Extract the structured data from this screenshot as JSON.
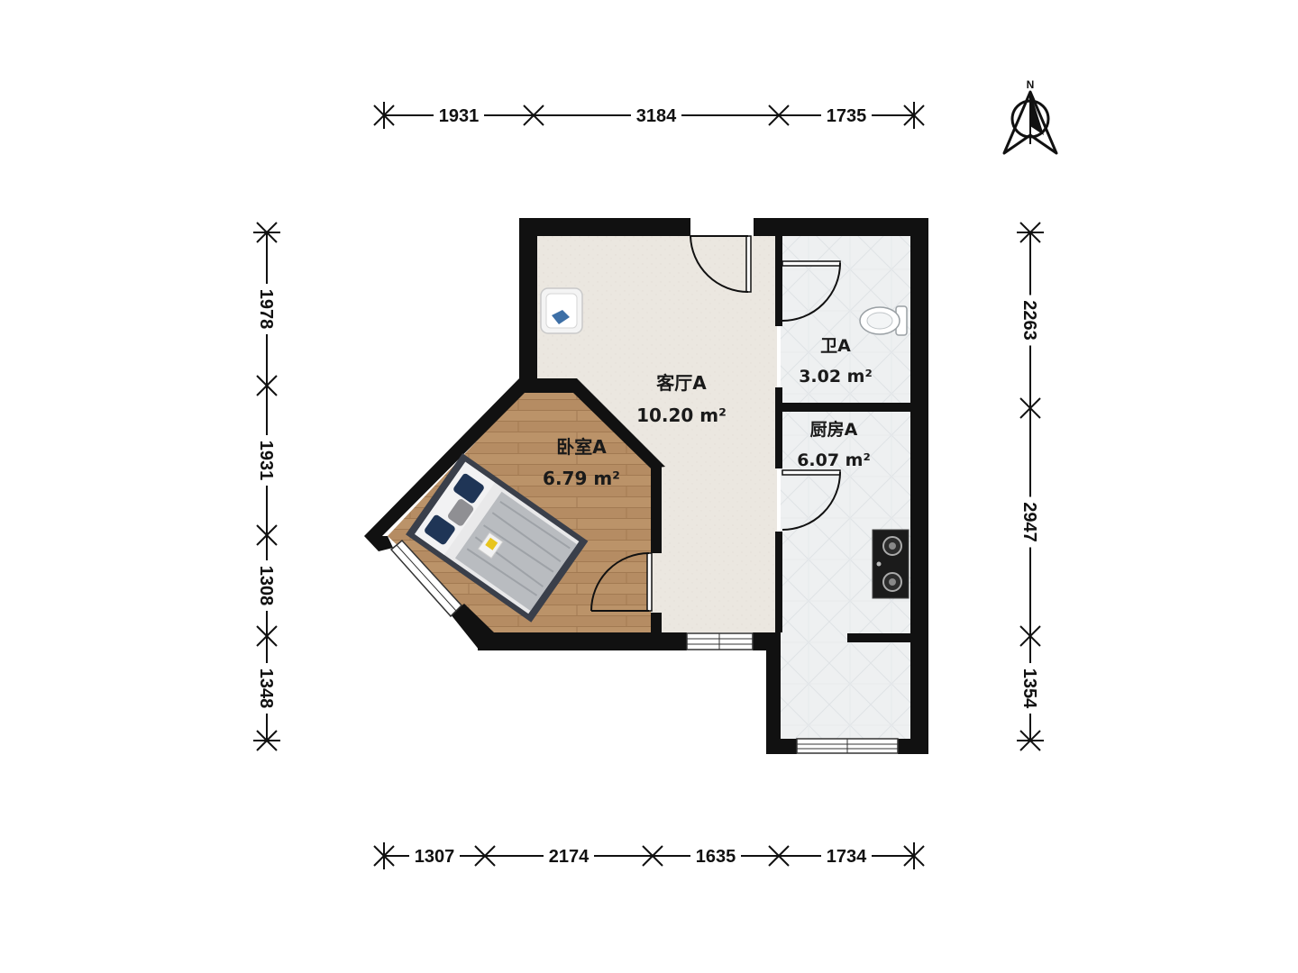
{
  "dimensions": {
    "top": [
      "1931",
      "3184",
      "1735"
    ],
    "bottom": [
      "1307",
      "2174",
      "1635",
      "1734"
    ],
    "left": [
      "1978",
      "1931",
      "1308",
      "1348"
    ],
    "right": [
      "2263",
      "2947",
      "1354"
    ]
  },
  "rooms": {
    "living": {
      "name": "客厅A",
      "area": "10.20 m²"
    },
    "bedroom": {
      "name": "卧室A",
      "area": "6.79 m²"
    },
    "bathroom": {
      "name": "卫A",
      "area": "3.02 m²"
    },
    "kitchen": {
      "name": "厨房A",
      "area": "6.07 m²"
    }
  },
  "compass": {
    "label": "N"
  },
  "colors": {
    "wall": "#111111",
    "living_floor": "#ece8e1",
    "bedroom_floor": "#b58c63",
    "tile_floor": "#eef0f1"
  }
}
